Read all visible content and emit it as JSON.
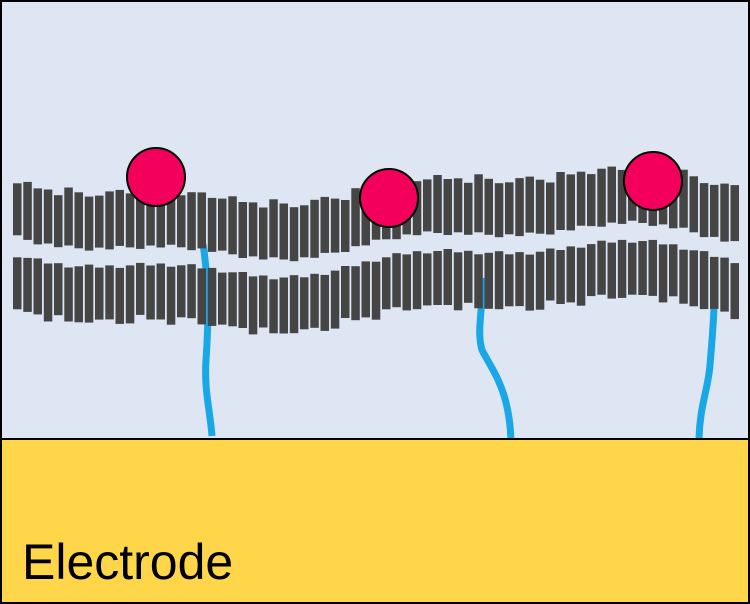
{
  "electrode": {
    "label": "Electrode",
    "color": "#FFD54A"
  },
  "solution": {
    "color": "#DDE6F2"
  },
  "membrane": {
    "lipid_color": "#454545"
  },
  "proteins": {
    "count": 3,
    "color": "#F2005B"
  },
  "tethers": {
    "count": 3,
    "color": "#19A7E6"
  }
}
